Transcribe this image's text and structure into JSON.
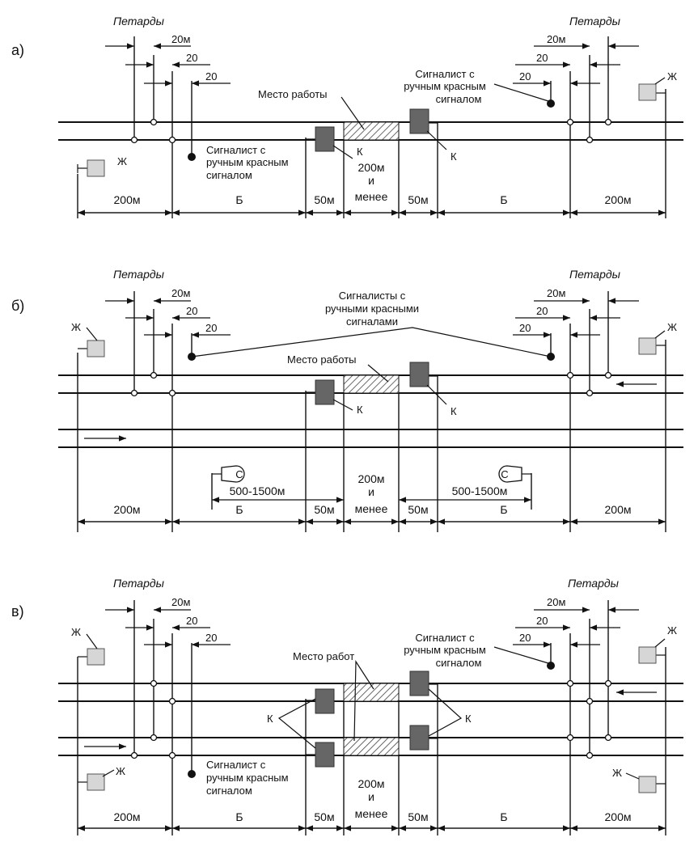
{
  "labels": {
    "petards": "Петарды",
    "d20m": "20м",
    "d20": "20",
    "zh": "Ж",
    "k": "К",
    "b": "Б",
    "m200": "200м",
    "m50": "50м",
    "s": "С",
    "m500_1500": "500-1500м",
    "work_zone": [
      "200м",
      "и",
      "менее"
    ]
  },
  "panels": [
    {
      "id": "a",
      "label": "а)",
      "worksite": "Место работы",
      "signalman_right": [
        "Сигналист с",
        "ручным красным",
        "сигналом"
      ],
      "signalman_left": [
        "Сигналист с",
        "ручным красным",
        "сигналом"
      ]
    },
    {
      "id": "b",
      "label": "б)",
      "worksite": "Место работы",
      "signalmen": [
        "Сигналисты с",
        "ручными красными",
        "сигналами"
      ]
    },
    {
      "id": "c",
      "label": "в)",
      "worksite": "Место работ",
      "signalman_right": [
        "Сигналист с",
        "ручным красным",
        "сигналом"
      ],
      "signalman_left": [
        "Сигналист с",
        "ручным красным",
        "сигналом"
      ]
    }
  ]
}
